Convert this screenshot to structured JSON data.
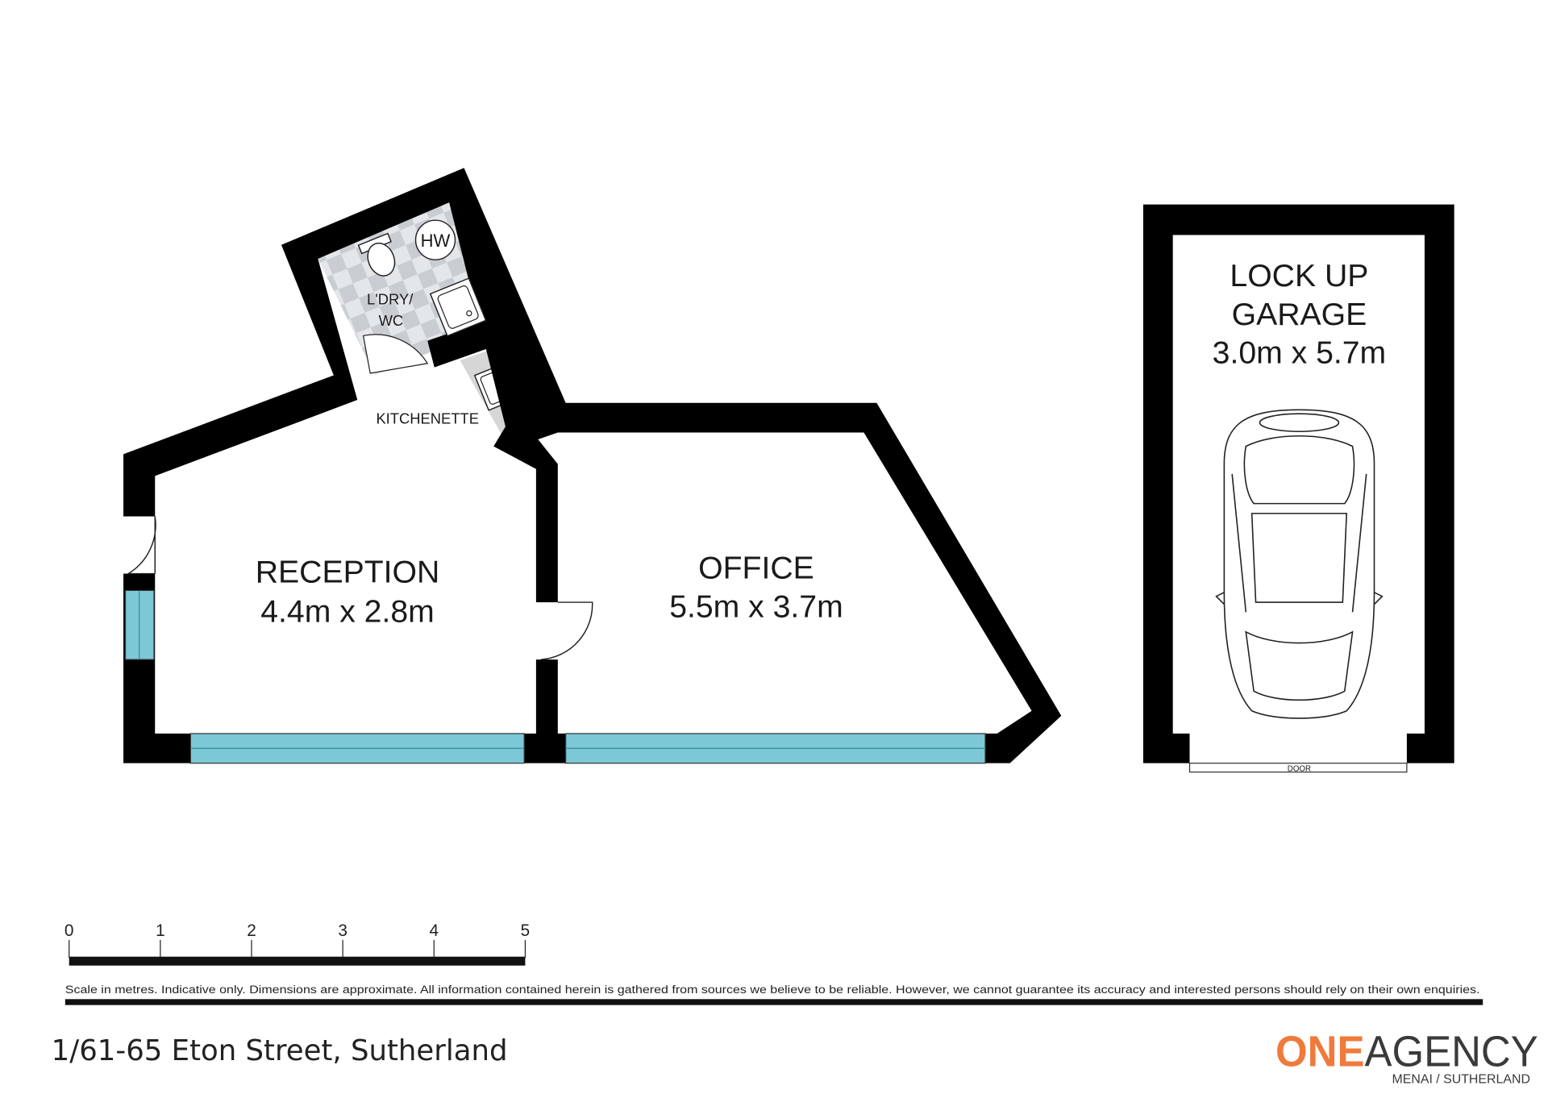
{
  "rooms": {
    "laundry": {
      "line1": "L'DRY/",
      "line2": "WC",
      "hot_water": "HW"
    },
    "kitchenette": "KITCHENETTE",
    "reception": {
      "name": "RECEPTION",
      "size": "4.4m x 2.8m"
    },
    "office": {
      "name": "OFFICE",
      "size": "5.5m x 3.7m"
    },
    "garage": {
      "line1": "LOCK UP",
      "line2": "GARAGE",
      "size": "3.0m x 5.7m",
      "door": "DOOR"
    }
  },
  "scale": {
    "ticks": [
      "0",
      "1",
      "2",
      "3",
      "4",
      "5"
    ],
    "unit": "metres"
  },
  "disclaimer": "Scale in metres. Indicative only. Dimensions are approximate. All information contained herein is gathered from sources we believe to be reliable. However, we cannot guarantee its accuracy and interested persons should rely on their own enquiries.",
  "address": "1/61-65 Eton Street, Sutherland",
  "logo": {
    "part1": "ONE",
    "part2": "AGENCY",
    "sub": "MENAI / SUTHERLAND",
    "accent": "#f07a3c",
    "dark": "#3a3a3a"
  },
  "colors": {
    "wall": "#000000",
    "glass": "#7cc8d6"
  }
}
